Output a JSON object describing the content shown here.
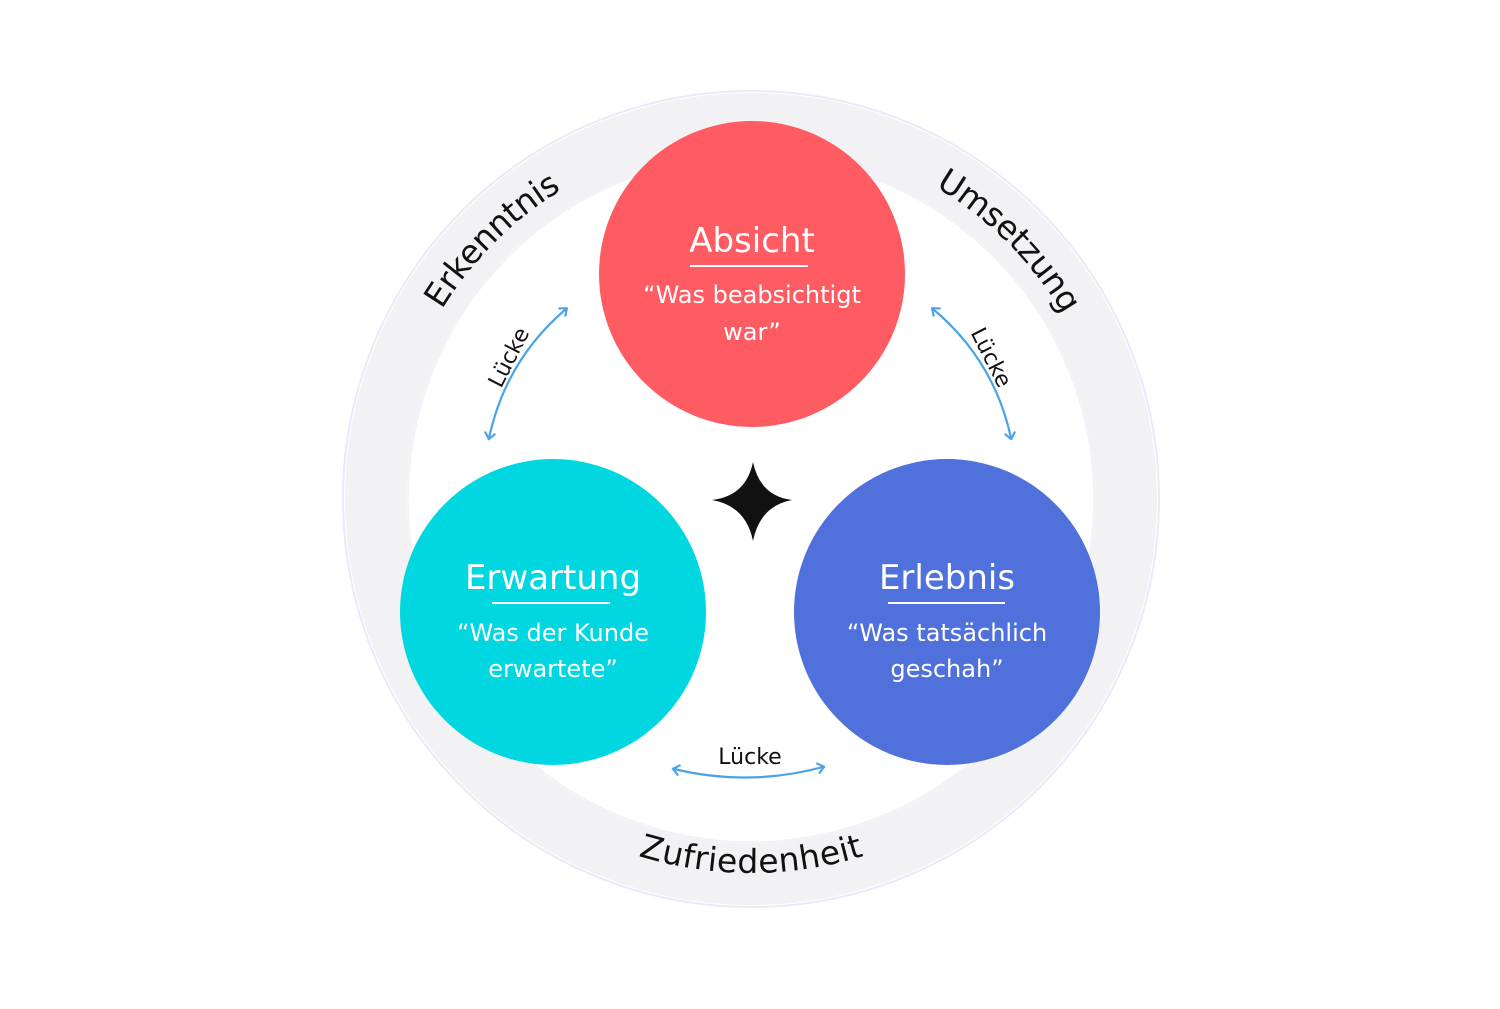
{
  "ring": {
    "labels": {
      "top_left": "Erkenntnis",
      "top_right": "Umsetzung",
      "bottom": "Zufriedenheit"
    },
    "color": "#f2f2f4",
    "edge_color": "#e6ebfa"
  },
  "circles": {
    "top": {
      "title": "Absicht",
      "quote_line1": "“Was beabsichtigt",
      "quote_line2": "war”",
      "color": "#fe5c62"
    },
    "left": {
      "title": "Erwartung",
      "quote_line1": "“Was der Kunde",
      "quote_line2": "erwartete”",
      "color": "#00d7e0"
    },
    "right": {
      "title": "Erlebnis",
      "quote_line1": "“Was tatsächlich",
      "quote_line2": "geschah”",
      "color": "#5070dc"
    }
  },
  "gaps": {
    "left": "Lücke",
    "right": "Lücke",
    "bottom": "Lücke",
    "arrow_color": "#4aa3e8"
  },
  "center_icon": "four-point-star-icon"
}
